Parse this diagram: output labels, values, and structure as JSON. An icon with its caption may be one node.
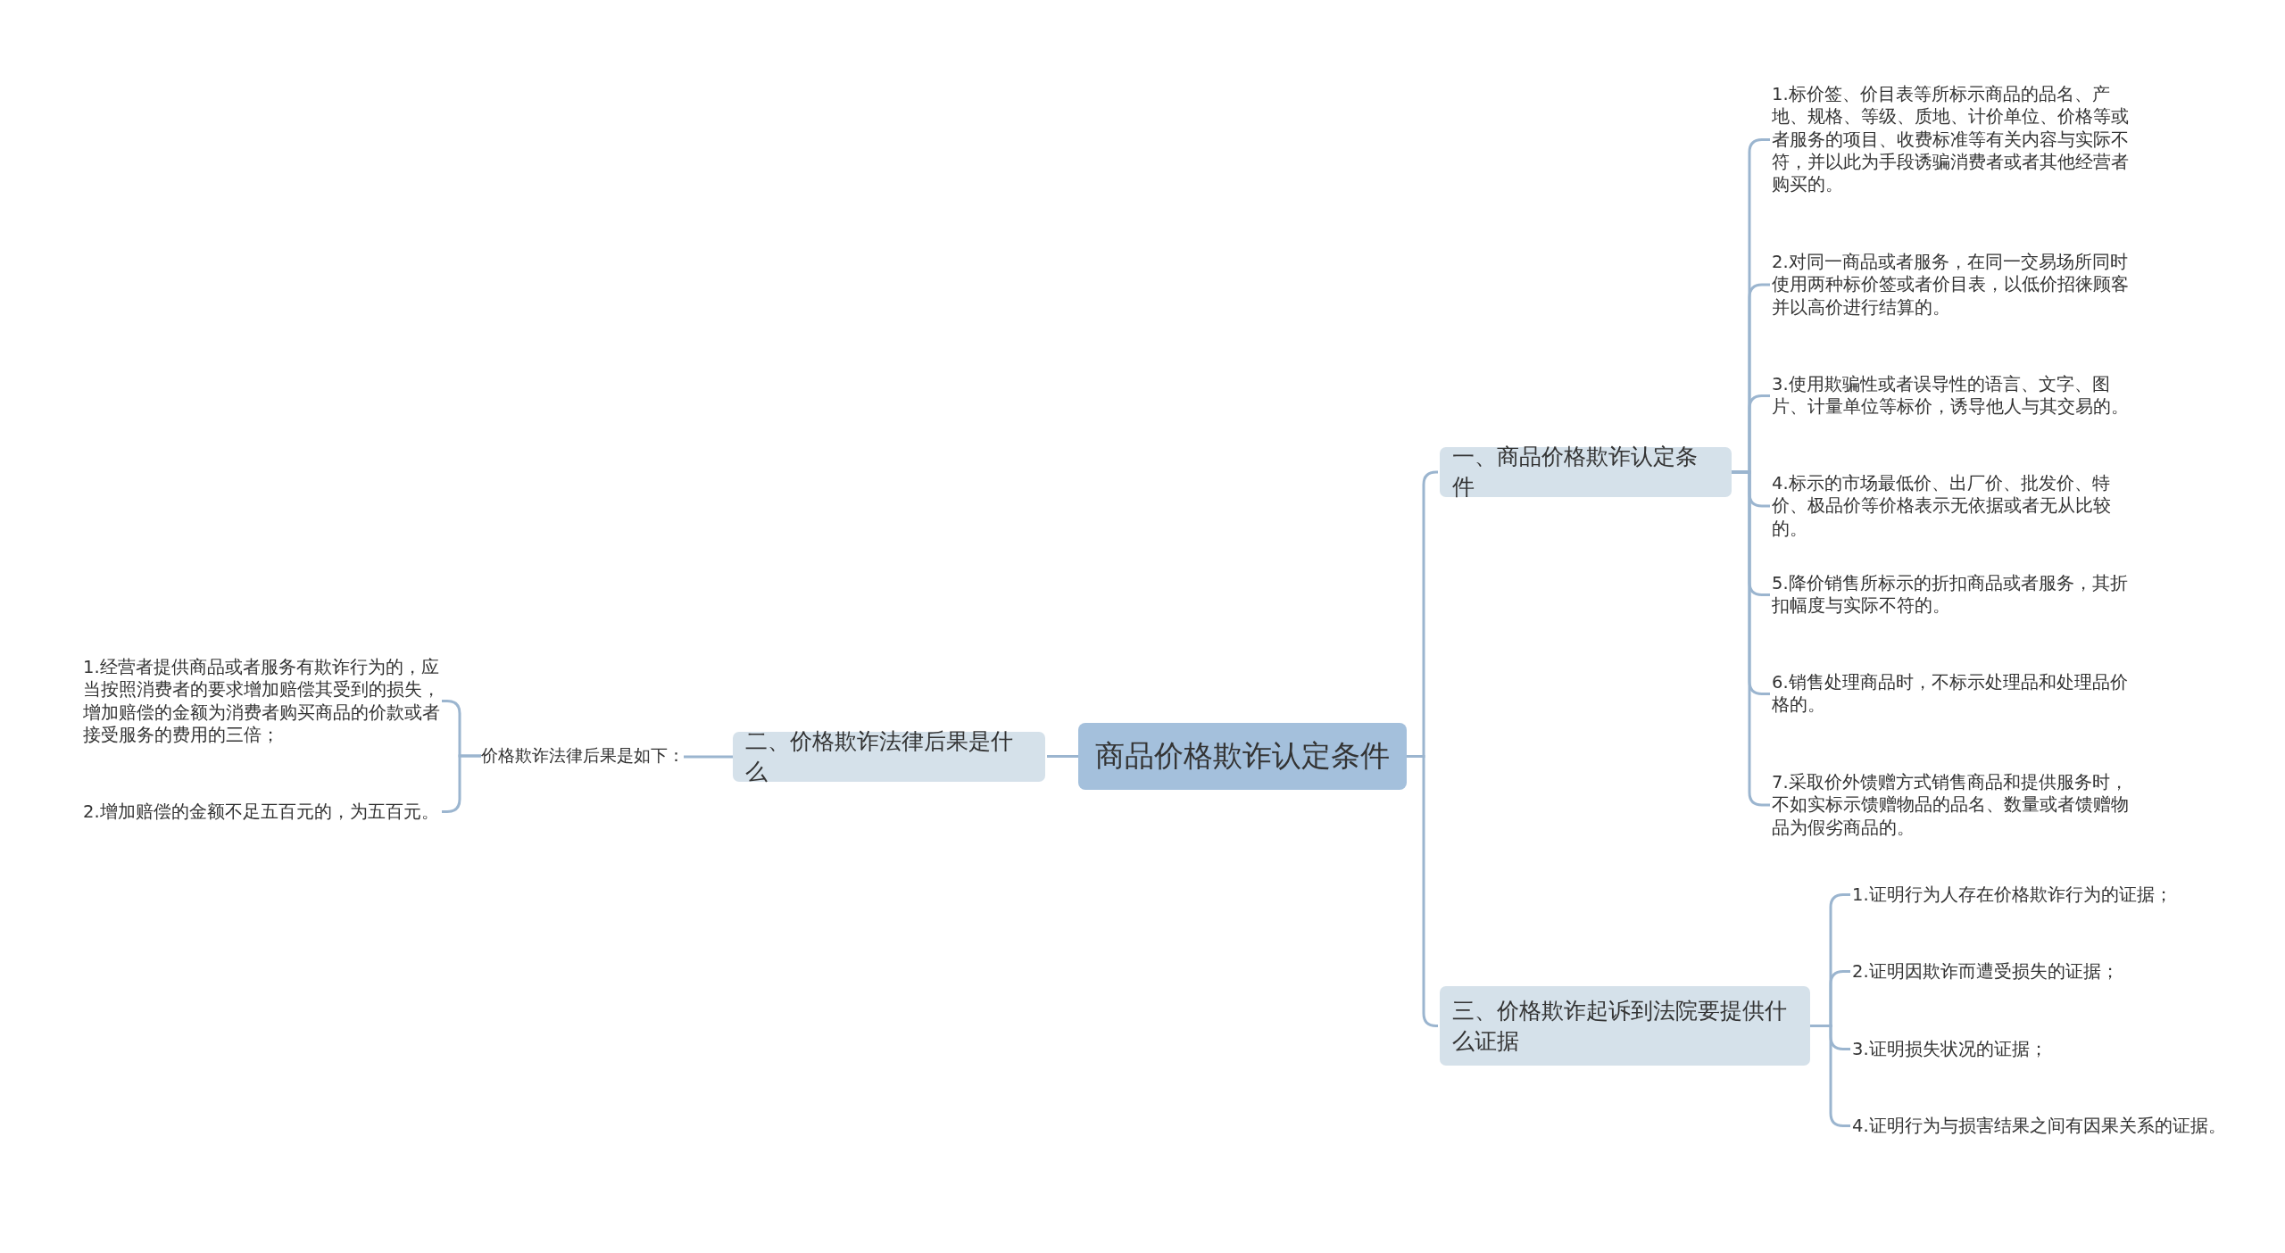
{
  "diagram": {
    "nodes": [
      {
        "text": [
          "商品价格欺诈认定条件"
        ]
      },
      {
        "text": [
          "一、商品价格欺诈认定条件"
        ]
      },
      {
        "text": [
          "1.标价签、价目表等所标示商品的品名、产地、规格、等级、质地、计价单位、价格等或者服务的项目、收费标准等有关内容与实际不符，并以此为手段诱骗消费者或者其他经营者购买的。"
        ]
      },
      {
        "text": [
          "2.对同一商品或者服务，在同一交易场所同时使用两种标价签或者价目表，以低价招徕顾客并以高价进行结算的。"
        ]
      },
      {
        "text": [
          "3.使用欺骗性或者误导性的语言、文字、图片、计量单位等标价，诱导他人与其交易的。"
        ]
      },
      {
        "text": [
          "4.标示的市场最低价、出厂价、批发价、特价、极品价等价格表示无依据或者无从比较的。"
        ]
      },
      {
        "text": [
          "5.降价销售所标示的折扣商品或者服务，其折扣幅度与实际不符的。"
        ]
      },
      {
        "text": [
          "6.销售处理商品时，不标示处理品和处理品价格的。"
        ]
      },
      {
        "text": [
          "7.采取价外馈赠方式销售商品和提供服务时，不如实标示馈赠物品的品名、数量或者馈赠物品为假劣商品的。"
        ]
      },
      {
        "text": [
          "三、价格欺诈起诉到法院要提供什么证据"
        ]
      },
      {
        "text": [
          "1.证明行为人存在价格欺诈行为的证据；"
        ]
      },
      {
        "text": [
          "2.证明因欺诈而遭受损失的证据；"
        ]
      },
      {
        "text": [
          "3.证明损失状况的证据；"
        ]
      },
      {
        "text": [
          "4.证明行为与损害结果之间有因果关系的证据。"
        ]
      },
      {
        "text": [
          "二、价格欺诈法律后果是什么"
        ]
      },
      {
        "text": [
          "价格欺诈法律后果是如下："
        ]
      },
      {
        "text": [
          "1.经营者提供商品或者服务有欺诈行为的，应当按照消费者的要求增加赔偿其受到的损失，增加赔偿的金额为消费者购买商品的价款或者接受服务的费用的三倍；"
        ]
      },
      {
        "text": [
          "2.增加赔偿的金额不足五百元的，为五百元。"
        ]
      }
    ],
    "edges": [
      {
        "from": 0,
        "to": 1,
        "arrow": "none"
      },
      {
        "from": 0,
        "to": 9,
        "arrow": "none"
      },
      {
        "from": 0,
        "to": 14,
        "arrow": "none"
      },
      {
        "from": 1,
        "to": 2,
        "arrow": "none"
      },
      {
        "from": 1,
        "to": 3,
        "arrow": "none"
      },
      {
        "from": 1,
        "to": 4,
        "arrow": "none"
      },
      {
        "from": 1,
        "to": 5,
        "arrow": "none"
      },
      {
        "from": 1,
        "to": 6,
        "arrow": "none"
      },
      {
        "from": 1,
        "to": 7,
        "arrow": "none"
      },
      {
        "from": 1,
        "to": 8,
        "arrow": "none"
      },
      {
        "from": 9,
        "to": 10,
        "arrow": "none"
      },
      {
        "from": 9,
        "to": 11,
        "arrow": "none"
      },
      {
        "from": 9,
        "to": 12,
        "arrow": "none"
      },
      {
        "from": 9,
        "to": 13,
        "arrow": "none"
      },
      {
        "from": 14,
        "to": 15,
        "arrow": "none"
      },
      {
        "from": 15,
        "to": 16,
        "arrow": "none"
      },
      {
        "from": 15,
        "to": 17,
        "arrow": "none"
      }
    ]
  }
}
